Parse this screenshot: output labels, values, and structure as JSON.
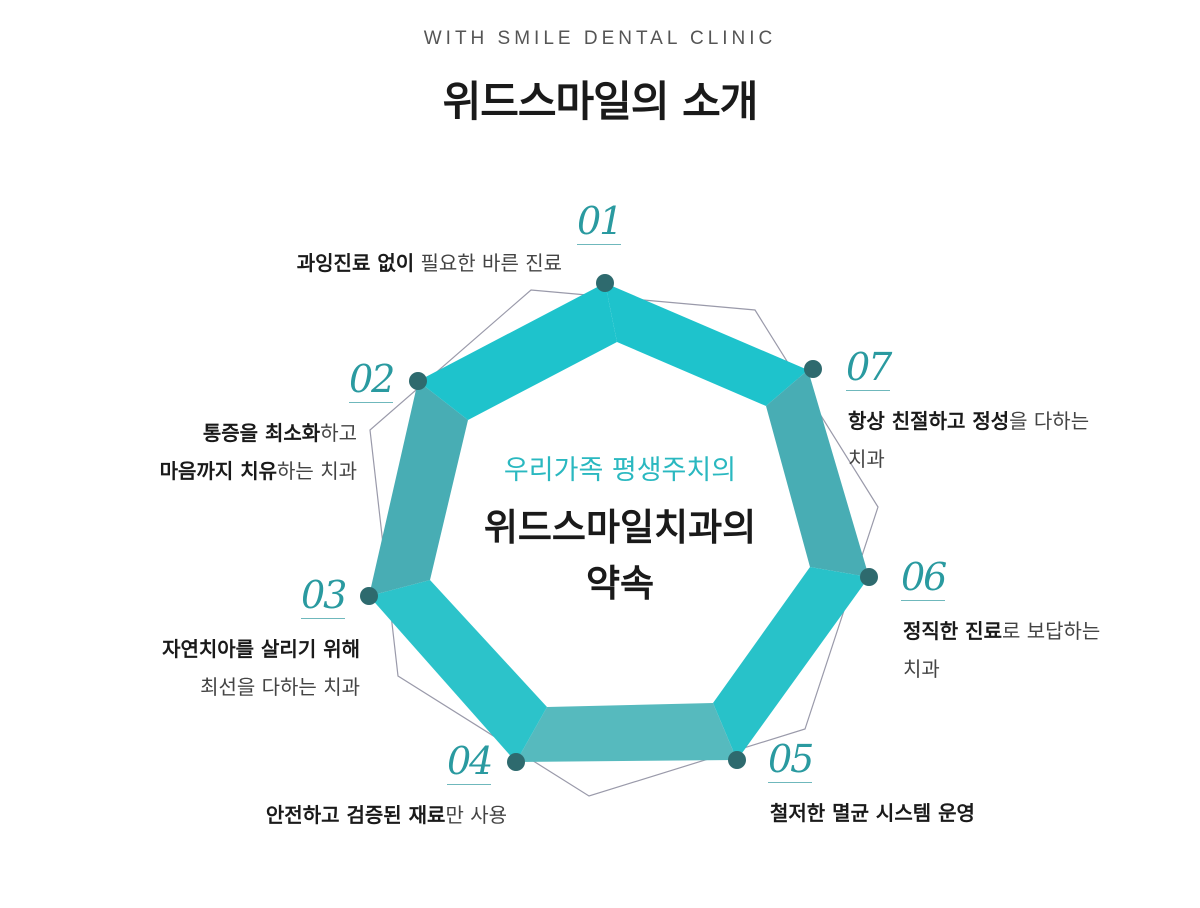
{
  "header": {
    "subtitle": "WITH SMILE DENTAL CLINIC",
    "title": "위드스마일의 소개"
  },
  "center": {
    "subtitle": "우리가족 평생주치의",
    "line1": "위드스마일치과의",
    "line2": "약속"
  },
  "promises": [
    {
      "num": "01",
      "bold1": "과잉진료 없이",
      "text1": " 필요한 바른 진료"
    },
    {
      "num": "02",
      "bold1": "통증을 최소화",
      "text1": "하고",
      "bold2": "마음까지 치유",
      "text2": "하는 치과"
    },
    {
      "num": "03",
      "bold1": "자연치아를 살리기 위해",
      "text2": "최선을 다하는 치과"
    },
    {
      "num": "04",
      "bold1": "안전하고 검증된 재료",
      "text1": "만 사용"
    },
    {
      "num": "05",
      "bold1": "철저한 멸균 시스템 운영"
    },
    {
      "num": "06",
      "bold1": "정직한 진료",
      "text1": "로 보답하는",
      "text2": "치과"
    },
    {
      "num": "07",
      "bold1": "항상 친절하고 정성",
      "text1": "을 다하는",
      "text2": "치과"
    }
  ],
  "colors": {
    "accent": "#2a9aa0",
    "teal_light": "#1ec3cc",
    "teal_mid": "#48adb4",
    "dot": "#2e6a6e",
    "outline": "#9a9aaa"
  }
}
